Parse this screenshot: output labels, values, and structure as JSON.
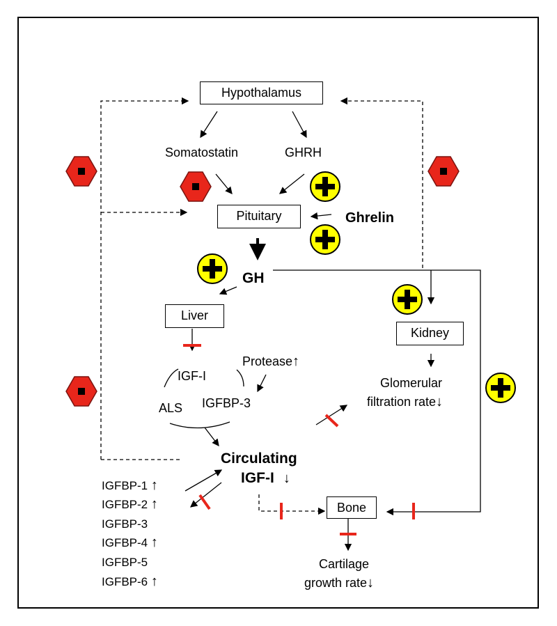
{
  "nodes": {
    "hypothalamus": "Hypothalamus",
    "somatostatin": "Somatostatin",
    "ghrh": "GHRH",
    "pituitary": "Pituitary",
    "ghrelin": "Ghrelin",
    "gh": "GH",
    "liver": "Liver",
    "kidney": "Kidney",
    "igf1": "IGF-I",
    "protease": "Protease",
    "als": "ALS",
    "igfbp3": "IGFBP-3",
    "glomerular_line1": "Glomerular",
    "glomerular_line2": "filtration rate",
    "circulating_line1": "Circulating",
    "circulating_line2": "IGF-I",
    "bone": "Bone",
    "cartilage_line1": "Cartilage",
    "cartilage_line2": "growth rate"
  },
  "igfbp_list": [
    {
      "label": "IGFBP-1",
      "trend": "↑"
    },
    {
      "label": "IGFBP-2",
      "trend": "↑"
    },
    {
      "label": "IGFBP-3",
      "trend": ""
    },
    {
      "label": "IGFBP-4",
      "trend": "↑"
    },
    {
      "label": "IGFBP-5",
      "trend": ""
    },
    {
      "label": "IGFBP-6",
      "trend": "↑"
    }
  ],
  "trend_symbols": {
    "up": "↑",
    "down": "↓"
  },
  "badge_symbols": {
    "minus": "-",
    "plus": "+"
  },
  "colors": {
    "inhibit_badge": "#e8261b",
    "stimulate_badge": "#ffff00",
    "block_mark": "#e8261b",
    "line": "#000000"
  }
}
